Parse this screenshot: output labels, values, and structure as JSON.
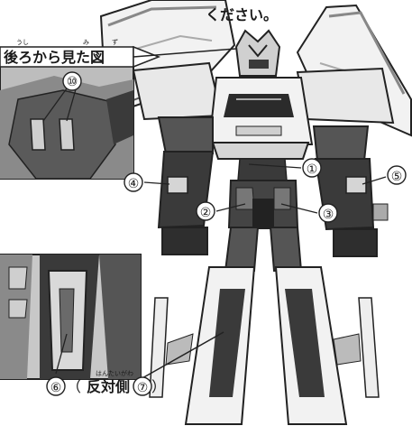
{
  "instruction_tail": "ください。",
  "rear_view": {
    "title": "後ろから見た図",
    "ruby": [
      "うし",
      "み",
      "ず"
    ],
    "callout": "⑩"
  },
  "callouts": {
    "c1": "①",
    "c2": "②",
    "c3": "③",
    "c4": "④",
    "c5": "⑤",
    "c6": "⑥",
    "c7": "⑦"
  },
  "opposite_side": {
    "open_paren": "（",
    "label": "反対側",
    "close_paren": "）",
    "ruby": "はんたいがわ"
  },
  "colors": {
    "ink": "#1a1a1a",
    "metal_dark": "#3a3a3a",
    "metal_mid": "#8c8c8c",
    "shell_light": "#f2f2f2",
    "shell_shade": "#d5d5d5"
  }
}
